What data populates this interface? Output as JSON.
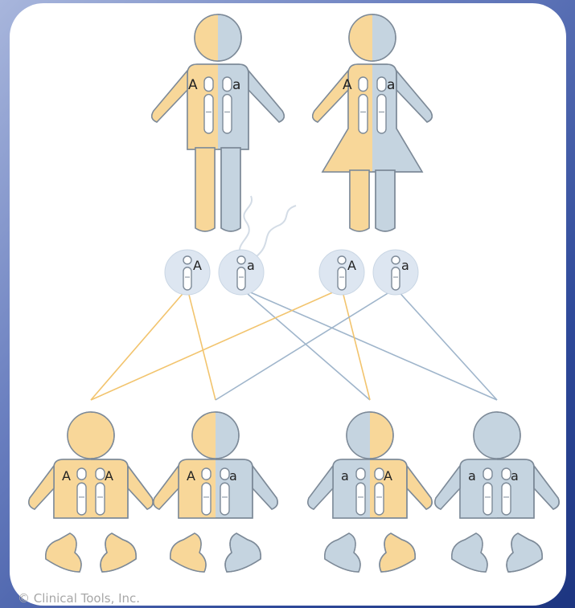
{
  "colors": {
    "dominant": "#f8d799",
    "recessive": "#c5d4e0",
    "outline": "#7d8a98",
    "gamete_fill": "#dde6f1",
    "dominant_line": "#f2c46e",
    "recessive_line": "#9fb5cb",
    "background_gradient": [
      "#a8b6dc",
      "#1d3580"
    ]
  },
  "parents": [
    {
      "kind": "father",
      "left_allele": "A",
      "right_allele": "a"
    },
    {
      "kind": "mother",
      "left_allele": "A",
      "right_allele": "a"
    }
  ],
  "gametes": [
    {
      "allele": "A",
      "parent": "father"
    },
    {
      "allele": "a",
      "parent": "father"
    },
    {
      "allele": "A",
      "parent": "mother"
    },
    {
      "allele": "a",
      "parent": "mother"
    }
  ],
  "children": [
    {
      "genotype": "AA",
      "left_allele": "A",
      "right_allele": "A"
    },
    {
      "genotype": "Aa",
      "left_allele": "A",
      "right_allele": "a"
    },
    {
      "genotype": "aA",
      "left_allele": "a",
      "right_allele": "A"
    },
    {
      "genotype": "aa",
      "left_allele": "a",
      "right_allele": "a"
    }
  ],
  "crosses": [
    {
      "gamete": 0,
      "child": 0
    },
    {
      "gamete": 0,
      "child": 1
    },
    {
      "gamete": 1,
      "child": 2
    },
    {
      "gamete": 1,
      "child": 3
    },
    {
      "gamete": 2,
      "child": 0
    },
    {
      "gamete": 2,
      "child": 2
    },
    {
      "gamete": 3,
      "child": 1
    },
    {
      "gamete": 3,
      "child": 3
    }
  ],
  "copyright": "© Clinical Tools, Inc."
}
